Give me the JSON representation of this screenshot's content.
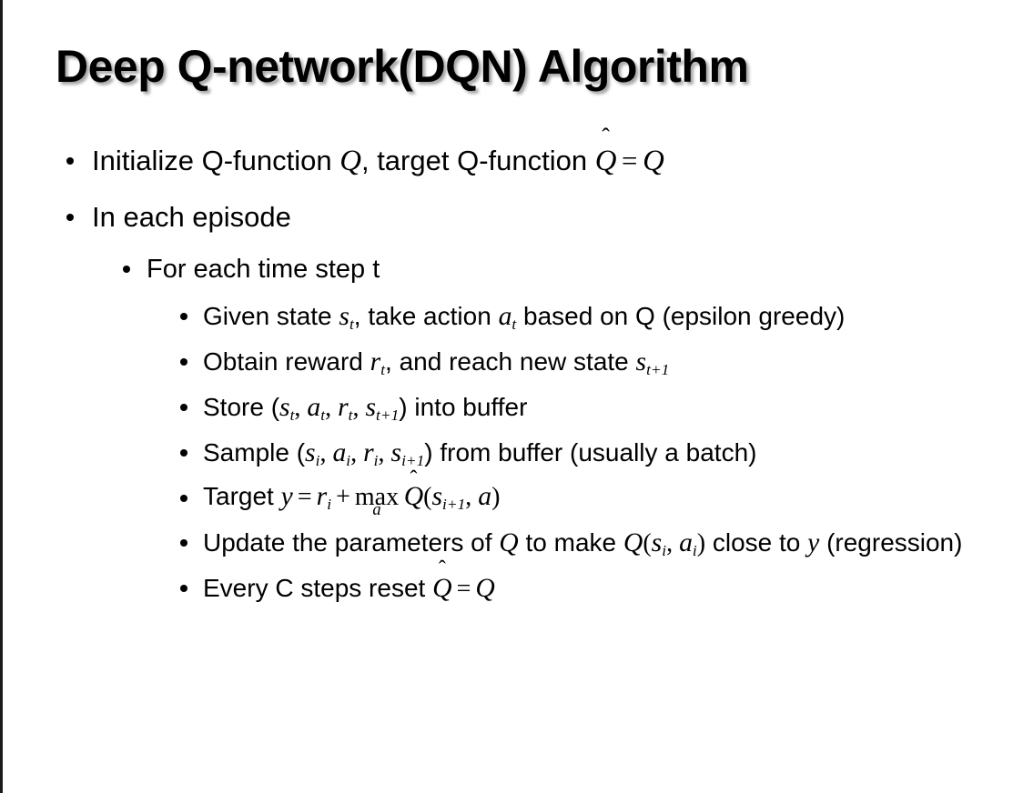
{
  "slide": {
    "title": "Deep Q-network(DQN) Algorithm",
    "background_color": "#ffffff",
    "text_color": "#000000",
    "left_border_color": "#1a1a1a",
    "bullet_glyph": "round-dot"
  },
  "content": {
    "l1_initialize": {
      "pre": "Initialize Q-function ",
      "var_q1": "Q",
      "mid": ", target Q-function ",
      "hat_glyph": "̂",
      "var_qhat": "Q",
      "equals": "=",
      "var_q2": "Q"
    },
    "l1_in_each_episode": "In each episode",
    "l2_for_each_time_step": "For each time step t",
    "l3_given_state": {
      "pre": "Given state ",
      "var_s": "s",
      "sub_s": "t",
      "mid": ", take action ",
      "var_a": "a",
      "sub_a": "t",
      "post": " based on Q (epsilon greedy)"
    },
    "l3_obtain_reward": {
      "pre": "Obtain reward ",
      "var_r": "r",
      "sub_r": "t",
      "mid": ", and reach new state ",
      "var_s": "s",
      "sub_s": "t+1"
    },
    "l3_store": {
      "pre": "Store (",
      "var_s1": "s",
      "sub_s1": "t",
      "c1": ", ",
      "var_a": "a",
      "sub_a": "t",
      "c2": ", ",
      "var_r": "r",
      "sub_r": "t",
      "c3": ", ",
      "var_s2": "s",
      "sub_s2": "t+1",
      "post": ") into buffer"
    },
    "l3_sample": {
      "pre": "Sample (",
      "var_s1": "s",
      "sub_s1": "i",
      "c1": ", ",
      "var_a": "a",
      "sub_a": "i",
      "c2": ", ",
      "var_r": "r",
      "sub_r": "i",
      "c3": ", ",
      "var_s2": "s",
      "sub_s2": "i+1",
      "post": ") from buffer (usually a batch)"
    },
    "l3_target": {
      "pre": "Target ",
      "var_y": "y",
      "equals": "=",
      "var_r": "r",
      "sub_r": "i",
      "plus": "+",
      "max_op": "max",
      "max_sub": "a",
      "hat_glyph": "̂",
      "var_qhat": "Q",
      "open": "(",
      "var_s": "s",
      "sub_s": "i+1",
      "comma": ", ",
      "var_a": "a",
      "close": ")"
    },
    "l3_update": {
      "pre": "Update the parameters of ",
      "var_q1": "Q",
      "mid": " to make ",
      "var_q2": "Q",
      "open": "(",
      "var_s": "s",
      "sub_s": "i",
      "comma": ", ",
      "var_a": "a",
      "sub_a": "i",
      "close": ")",
      "post": " close to ",
      "var_y": "y",
      "tail": " (regression)"
    },
    "l3_every_c": {
      "pre": "Every C steps reset ",
      "hat_glyph": "̂",
      "var_qhat": "Q",
      "equals": "=",
      "var_q": "Q"
    }
  }
}
